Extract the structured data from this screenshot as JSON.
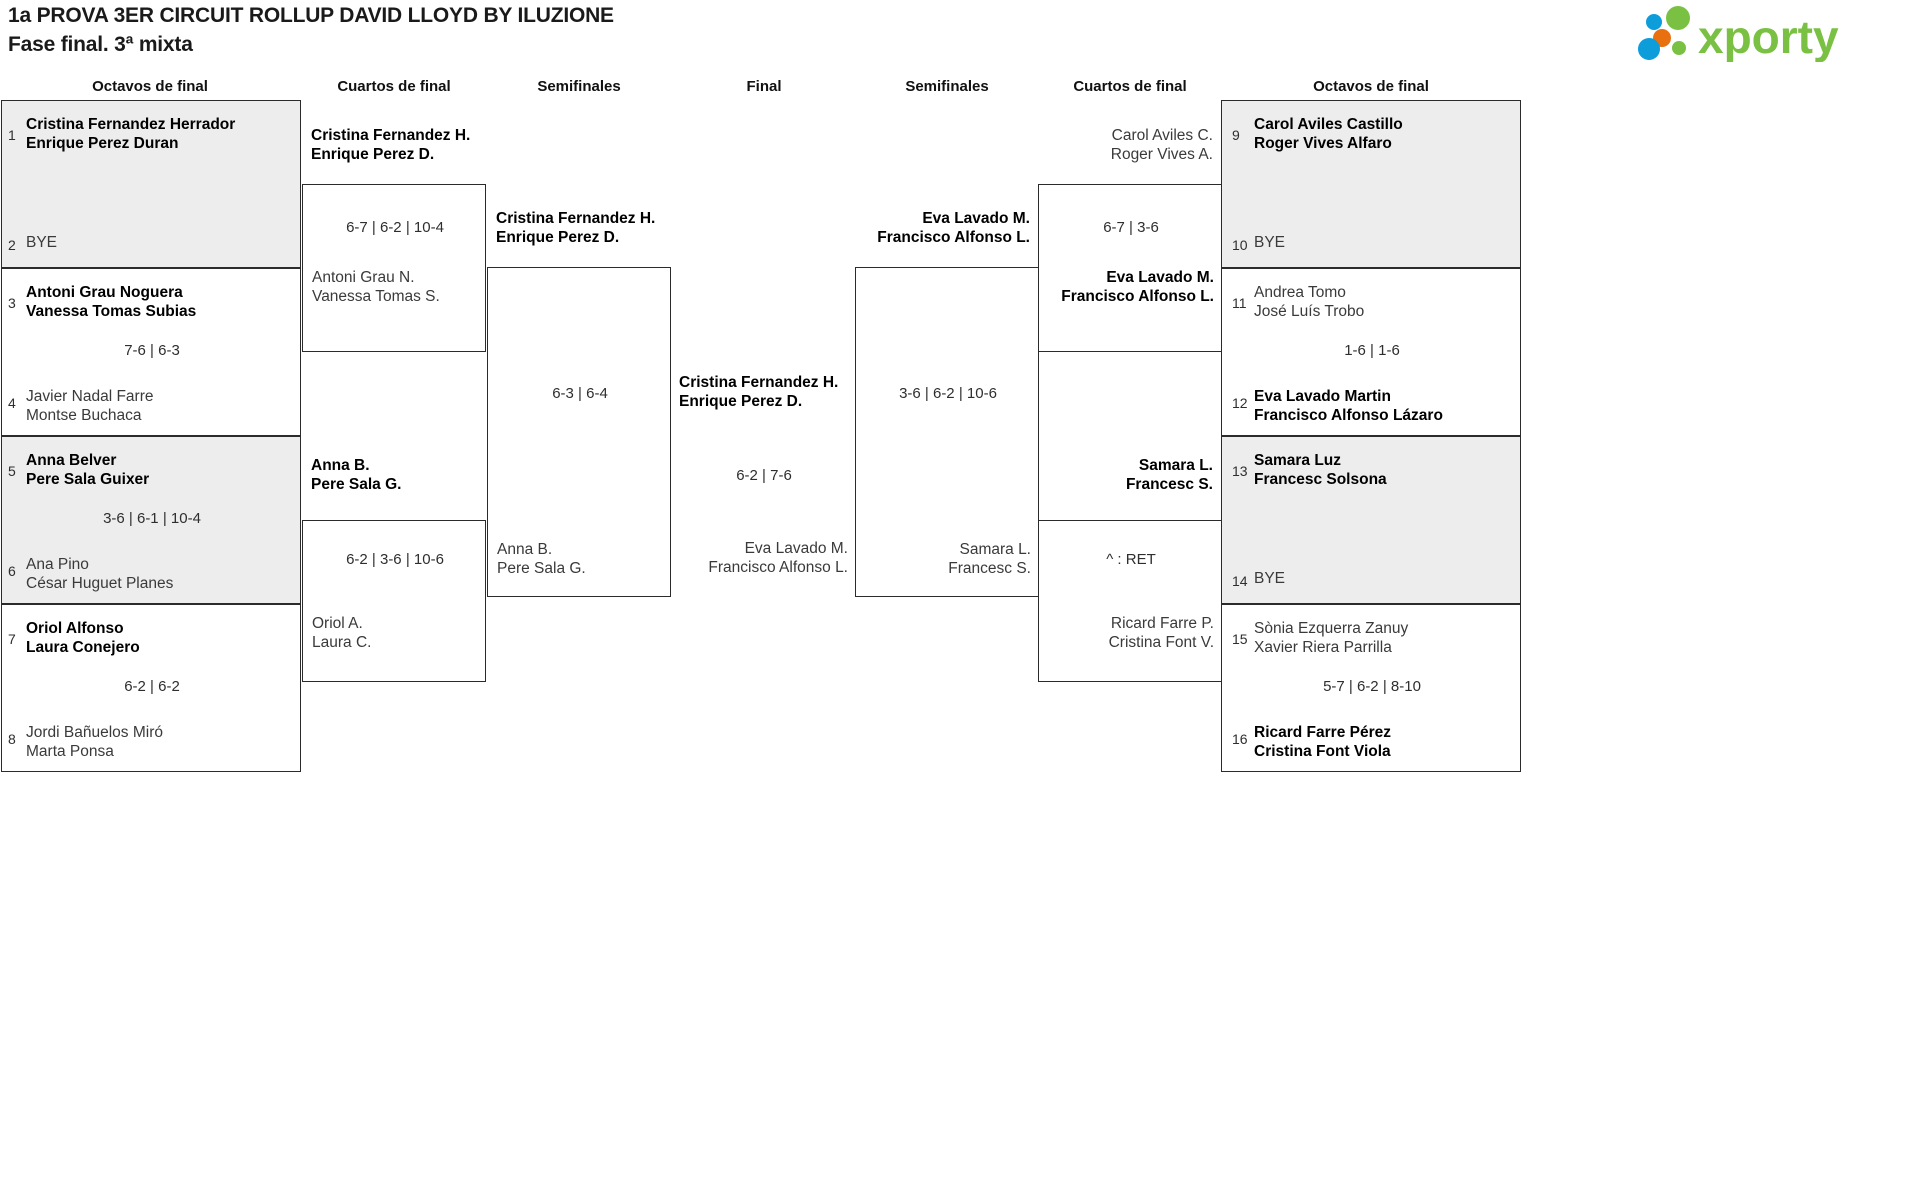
{
  "header": {
    "title": "1a PROVA 3ER CIRCUIT ROLLUP DAVID LLOYD BY ILUZIONE",
    "subtitle": "Fase final. 3ª mixta",
    "logo_text": "xporty",
    "logo_colors": {
      "green": "#7ac143",
      "blue": "#0d9ddb",
      "orange": "#e8700f"
    }
  },
  "round_headers": {
    "left_r16": "Octavos de final",
    "left_qf": "Cuartos de final",
    "left_sf": "Semifinales",
    "final": "Final",
    "right_sf": "Semifinales",
    "right_qf": "Cuartos de final",
    "right_r16": "Octavos de final"
  },
  "bye_label": "BYE",
  "left": {
    "r16": [
      {
        "seed_top": "1",
        "top": "Cristina Fernandez Herrador\nEnrique Perez Duran",
        "top_win": true,
        "seed_bot": "2",
        "bot": "BYE",
        "bot_is_bye": true,
        "score": "",
        "shaded": true
      },
      {
        "seed_top": "3",
        "top": "Antoni Grau Noguera\nVanessa Tomas Subias",
        "top_win": true,
        "seed_bot": "4",
        "bot": "Javier Nadal Farre\nMontse Buchaca",
        "bot_is_bye": false,
        "score": "7-6 | 6-3",
        "shaded": false
      },
      {
        "seed_top": "5",
        "top": "Anna Belver\nPere Sala Guixer",
        "top_win": true,
        "seed_bot": "6",
        "bot": "Ana Pino\nCésar Huguet Planes",
        "bot_is_bye": false,
        "score": "3-6 | 6-1 | 10-4",
        "shaded": true
      },
      {
        "seed_top": "7",
        "top": "Oriol Alfonso\nLaura Conejero",
        "top_win": true,
        "seed_bot": "8",
        "bot": "Jordi Bañuelos Miró\nMarta Ponsa",
        "bot_is_bye": false,
        "score": "6-2 | 6-2",
        "shaded": false
      }
    ],
    "qf": [
      {
        "top": "Cristina Fernandez H.\nEnrique Perez D.",
        "top_win": true,
        "bot": "Antoni Grau N.\nVanessa Tomas S.",
        "bot_win": false,
        "score": "6-7 | 6-2 | 10-4"
      },
      {
        "top": "Anna B.\nPere Sala G.",
        "top_win": true,
        "bot": "Oriol A.\nLaura C.",
        "bot_win": false,
        "score": "6-2 | 3-6 | 10-6"
      }
    ],
    "sf": [
      {
        "top": "Cristina Fernandez H.\nEnrique Perez D.",
        "top_win": true,
        "bot": "Anna B.\nPere Sala G.",
        "bot_win": false,
        "score": "6-3 | 6-4"
      }
    ]
  },
  "final": {
    "top": "Cristina Fernandez H.\nEnrique Perez D.",
    "top_win": true,
    "bot": "Eva Lavado M.\nFrancisco Alfonso L.",
    "bot_win": false,
    "score": "6-2 | 7-6"
  },
  "right": {
    "sf": [
      {
        "top": "Eva Lavado M.\nFrancisco Alfonso L.",
        "top_win": true,
        "bot": "Samara L.\nFrancesc S.",
        "bot_win": false,
        "score": "3-6 | 6-2 | 10-6"
      }
    ],
    "qf": [
      {
        "top": "Carol Aviles C.\nRoger Vives A.",
        "top_win": false,
        "bot": "Eva Lavado M.\nFrancisco Alfonso L.",
        "bot_win": true,
        "score": "6-7 | 3-6"
      },
      {
        "top": "Samara L.\nFrancesc S.",
        "top_win": true,
        "bot": "Ricard Farre P.\nCristina Font V.",
        "bot_win": false,
        "score": "^ : RET"
      }
    ],
    "r16": [
      {
        "seed_top": "9",
        "top": "Carol Aviles Castillo\nRoger Vives Alfaro",
        "top_win": true,
        "seed_bot": "10",
        "bot": "BYE",
        "bot_is_bye": true,
        "score": "",
        "shaded": true
      },
      {
        "seed_top": "11",
        "top": "Andrea Tomo\nJosé Luís Trobo",
        "top_win": false,
        "seed_bot": "12",
        "bot": "Eva Lavado Martin\nFrancisco Alfonso Lázaro",
        "bot_is_bye": false,
        "bot_win": true,
        "score": "1-6 | 1-6",
        "shaded": false
      },
      {
        "seed_top": "13",
        "top": "Samara Luz\nFrancesc Solsona",
        "top_win": true,
        "seed_bot": "14",
        "bot": "BYE",
        "bot_is_bye": true,
        "score": "",
        "shaded": true
      },
      {
        "seed_top": "15",
        "top": "Sònia Ezquerra Zanuy\nXavier Riera Parrilla",
        "top_win": false,
        "seed_bot": "16",
        "bot": "Ricard Farre Pérez\nCristina Font Viola",
        "bot_is_bye": false,
        "bot_win": true,
        "score": "5-7 | 6-2 | 8-10",
        "shaded": false
      }
    ]
  }
}
